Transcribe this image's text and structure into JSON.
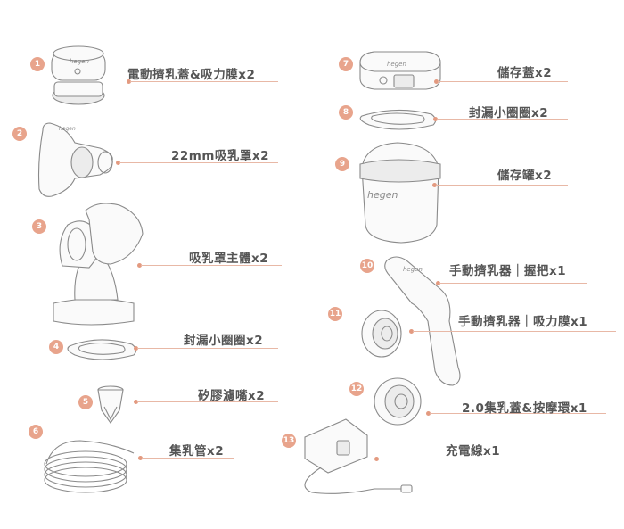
{
  "brand": "hegen",
  "accent_color": "#e8a48c",
  "parts": [
    {
      "number": "1",
      "label": "電動擠乳蓋&吸力膜x2"
    },
    {
      "number": "2",
      "label": "22mm吸乳罩x2"
    },
    {
      "number": "3",
      "label": "吸乳罩主體x2"
    },
    {
      "number": "4",
      "label": "封漏小圈圈x2"
    },
    {
      "number": "5",
      "label": "矽膠濾嘴x2"
    },
    {
      "number": "6",
      "label": "集乳管x2"
    },
    {
      "number": "7",
      "label": "儲存蓋x2"
    },
    {
      "number": "8",
      "label": "封漏小圈圈x2"
    },
    {
      "number": "9",
      "label": "儲存罐x2"
    },
    {
      "number": "10",
      "label": "手動擠乳器｜握把x1"
    },
    {
      "number": "11",
      "label": "手動擠乳器｜吸力膜x1"
    },
    {
      "number": "12",
      "label": "2.0集乳蓋&按摩環x1"
    },
    {
      "number": "13",
      "label": "充電線x1"
    }
  ]
}
